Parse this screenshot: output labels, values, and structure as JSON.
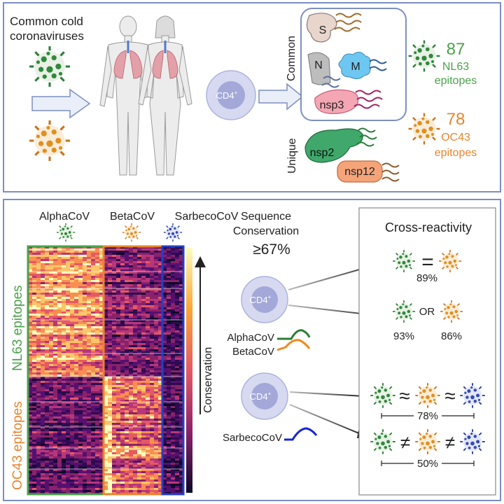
{
  "top_panel": {
    "source_label": "Common cold coronaviruses",
    "cd4_label": "CD4",
    "cd4_sup": "+",
    "common_label": "Common",
    "unique_label": "Unique",
    "proteins": {
      "s": "S",
      "n": "N",
      "m": "M",
      "nsp3": "nsp3",
      "nsp2": "nsp2",
      "nsp12": "nsp12"
    },
    "nl63": {
      "count": "87",
      "name": "NL63",
      "suffix": "epitopes"
    },
    "oc43": {
      "count": "78",
      "name": "OC43",
      "suffix": "epitopes"
    }
  },
  "bottom_panel": {
    "columns": [
      "AlphaCoV",
      "BetaCoV",
      "SarbecoCoV"
    ],
    "row_group_1": "NL63 epitopes",
    "row_group_2": "OC43 epitopes",
    "colorbar_label": "Conservation",
    "seq_cons_line1": "Sequence",
    "seq_cons_line2": "Conservation",
    "threshold": "≥67%",
    "cd4_label": "CD4",
    "cd4_sup": "+",
    "curve_alpha": "AlphaCoV",
    "curve_beta": "BetaCoV",
    "curve_sarbeco": "SarbecoCoV",
    "cross_title": "Cross-reactivity",
    "eq_symbol": "=",
    "eq_pct": "89%",
    "or_label": "OR",
    "or_left_pct": "93%",
    "or_right_pct": "86%",
    "approx_symbol": "≈",
    "approx_pct": "78%",
    "neq_symbol": "≠",
    "neq_pct": "50%"
  },
  "colors": {
    "panel_border": "#7b8fc4",
    "green": "#4aa24a",
    "orange": "#e8842c",
    "blue": "#2540c0",
    "cell_fill": "#c9cdea",
    "cell_inner": "#9da2d4",
    "alpha_curve": "#2e7d32",
    "beta_curve": "#f08a1c",
    "sarbeco_curve": "#1a22d8"
  }
}
